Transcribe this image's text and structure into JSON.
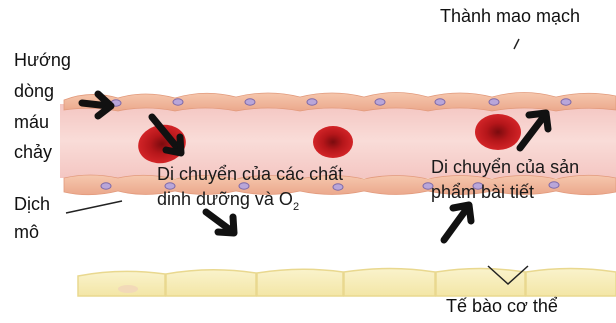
{
  "labels": {
    "capillary_wall": "Thành mao mạch",
    "blood_flow": [
      "Hướng",
      "dòng",
      "máu",
      "chảy"
    ],
    "tissue_fluid": [
      "Dịch",
      "mô"
    ],
    "nutrients_line1": "Di chuyển của các chất",
    "nutrients_line2_prefix": "dinh dưỡng và O",
    "nutrients_line2_sub": "2",
    "waste_line1": "Di chuyển của sản",
    "waste_line2": "phẩm bài tiết",
    "body_cells": "Tế bào cơ thể"
  },
  "colors": {
    "capillary_wall": "#f2b9a0",
    "capillary_lumen": "#f7d3d0",
    "red_blood_cell": "#c8191c",
    "endothelial_nucleus": "#b9a6d9",
    "body_cell": "#f7eeb8",
    "arrow": "#111111"
  },
  "icons": {
    "arrow": "black-arrow-icon",
    "red_blood_cell": "red-blood-cell-icon"
  }
}
